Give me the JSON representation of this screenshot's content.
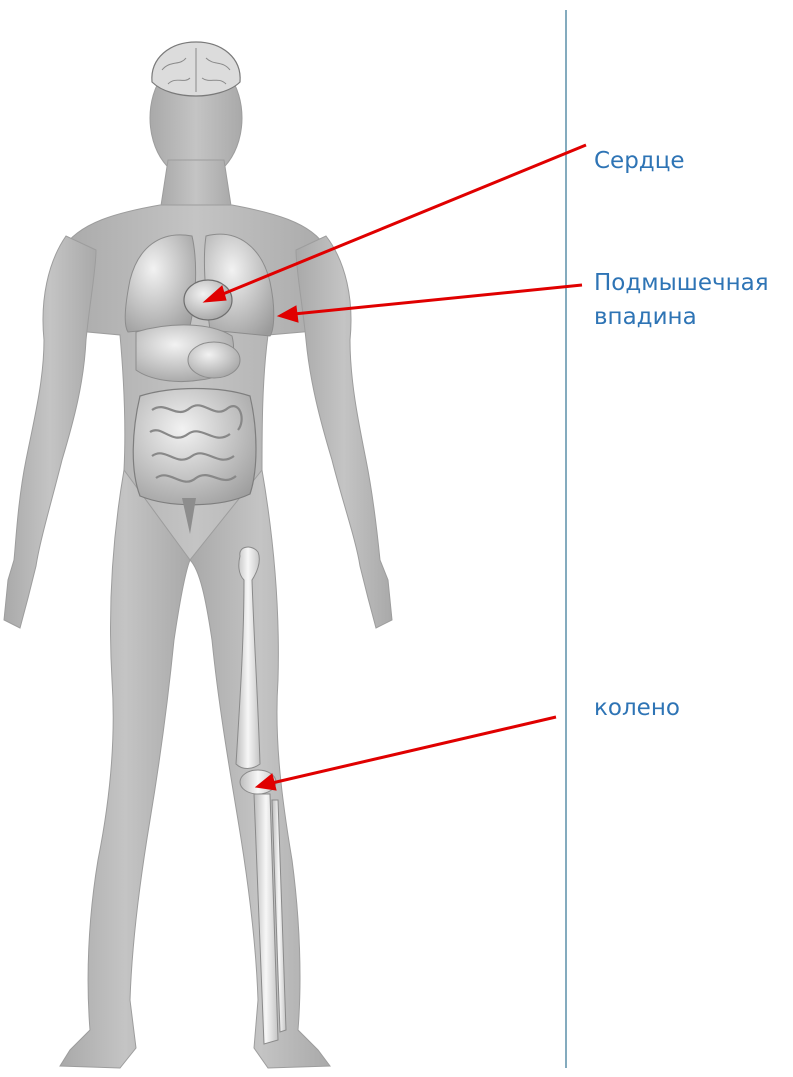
{
  "labels": {
    "heart": "Сердце",
    "armpit_line1": "Подмышечная",
    "armpit_line2": "впадина",
    "knee": "колено"
  },
  "colors": {
    "arrow": "#e00000",
    "label_text": "#2e74b5",
    "divider": "#5b8fa8",
    "skin": "#b5b5b5",
    "organ": "#d2d2d2",
    "bone": "#ececec"
  }
}
